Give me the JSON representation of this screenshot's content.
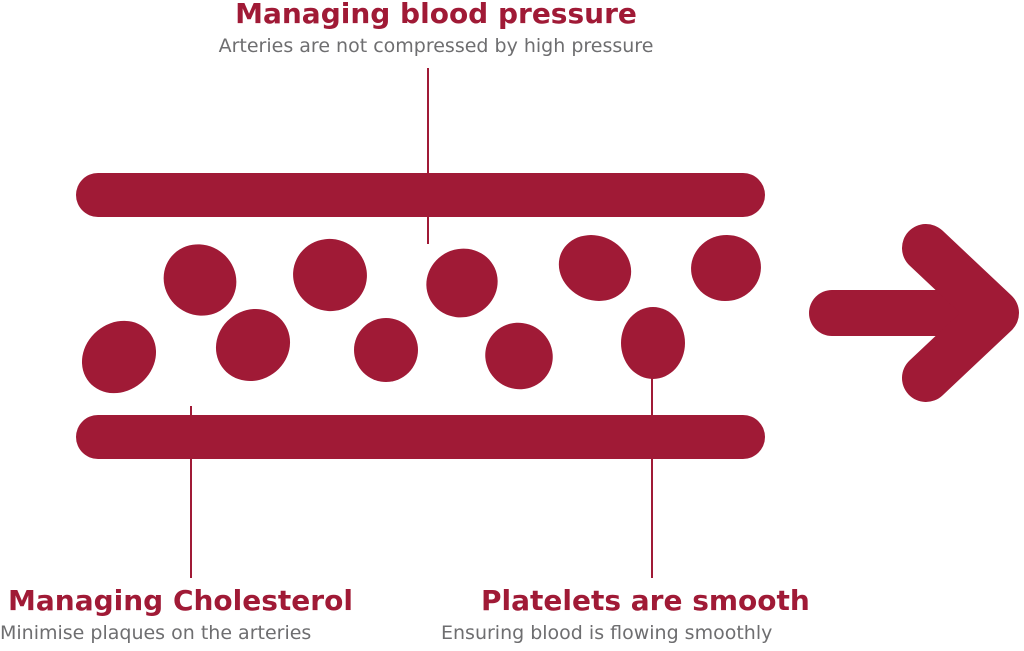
{
  "colors": {
    "primary": "#a01a36",
    "subtitle": "#6e6e70",
    "background": "#ffffff"
  },
  "callouts": {
    "top": {
      "title": "Managing blood pressure",
      "subtitle": "Arteries are not compressed by high pressure"
    },
    "left": {
      "title": "Managing Cholesterol",
      "subtitle": "Minimise plaques on the arteries"
    },
    "right": {
      "title": "Platelets are smooth",
      "subtitle": "Ensuring blood is flowing smoothly"
    }
  },
  "icons": [
    "artery-wall",
    "blood-cell",
    "flow-arrow"
  ]
}
